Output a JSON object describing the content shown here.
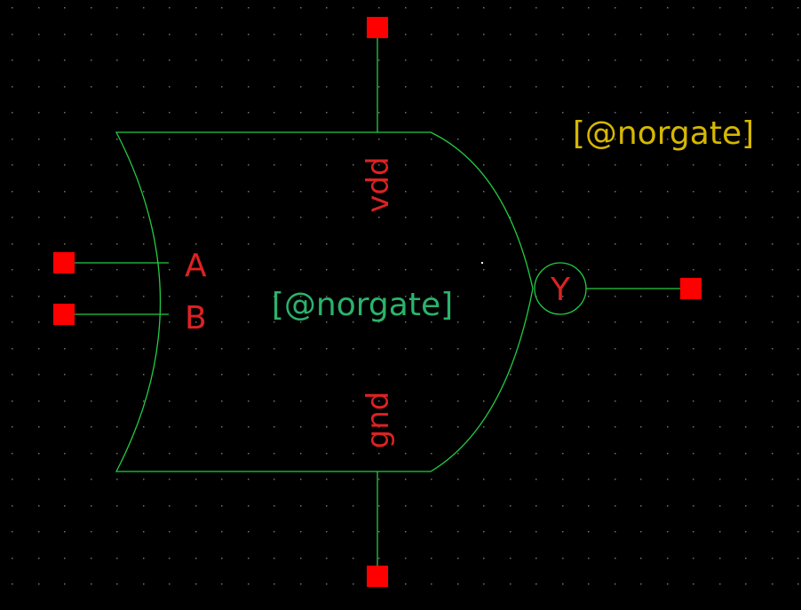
{
  "schematic": {
    "colors": {
      "background": "#000000",
      "grid_dot": "#6f6f6f",
      "wire": "#22cc44",
      "pin": "#ff0000",
      "pin_label": "#dd2222",
      "instance_label_center": "#2bb36b",
      "instance_label_top": "#d6b800"
    },
    "center_label": "[@norgate]",
    "top_label": "[@norgate]",
    "pins": {
      "a": "A",
      "b": "B",
      "y": "Y",
      "vdd": "vdd",
      "gnd": "gnd"
    }
  }
}
